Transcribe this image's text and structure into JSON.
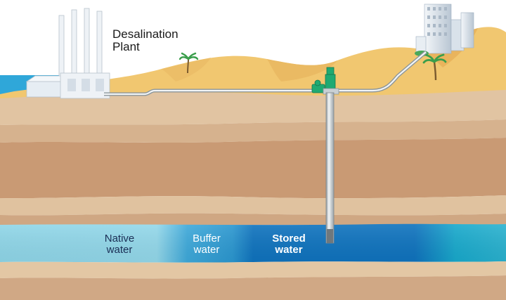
{
  "labels": {
    "plant": [
      "Desalination",
      "Plant"
    ],
    "native": [
      "Native",
      "water"
    ],
    "buffer": [
      "Buffer",
      "water"
    ],
    "stored": [
      "Stored",
      "water"
    ]
  },
  "colors": {
    "sky": "#ffffff",
    "sea": "#2fa7d9",
    "sand": "#f1c770",
    "dune_shadow": "#e5ad55",
    "soil_light": "#e1c4a2",
    "soil_mid": "#d2a884",
    "soil_dark": "#c89a74",
    "native_water": "#8fd6e8",
    "buffer_water": "#3ea9da",
    "stored_water": "#0f73be",
    "pipe": "#dde3e6",
    "valve_green": "#1faa72"
  },
  "icons": [
    "desalination-plant-icon",
    "palm-tree-icon",
    "city-buildings-icon",
    "wellhead-valve-icon"
  ]
}
